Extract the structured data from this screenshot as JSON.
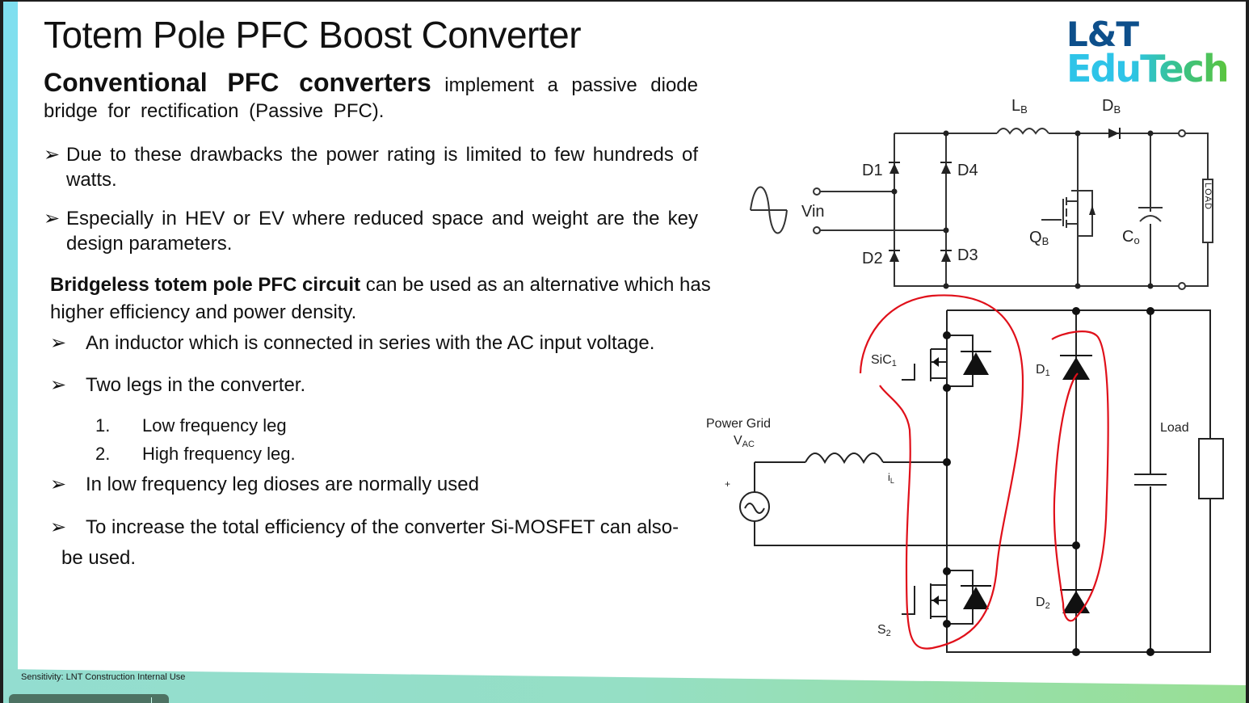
{
  "slide": {
    "title": "Totem Pole PFC Boost Converter",
    "logo": {
      "line1": "L&T",
      "line2": "EduTech"
    },
    "intro": {
      "bold": "Conventional PFC converters",
      "rest": " implement a passive diode bridge for rectification (Passive PFC)."
    },
    "bullets_top": [
      "Due to these drawbacks the power rating is limited to few hundreds of watts.",
      "Especially in HEV or EV where reduced space and weight are the key design parameters."
    ],
    "bridgeless": {
      "bold": "Bridgeless totem pole PFC circuit",
      "rest": " can be used as an alternative which has higher efficiency and power density."
    },
    "bullets_bottom": [
      "An inductor which is connected in series with the AC input voltage.",
      "Two legs in the converter.",
      "In low frequency leg dioses are normally used",
      "To increase the total efficiency of the converter Si-MOSFET can also-",
      "be used."
    ],
    "numbered": [
      {
        "n": "1.",
        "text": "Low frequency leg"
      },
      {
        "n": "2.",
        "text": "High frequency leg."
      }
    ],
    "bullet_glyph": "➢",
    "footer": "Sensitivity: LNT Construction Internal Use"
  },
  "diagram_top": {
    "labels": {
      "lb": "L",
      "lb_sub": "B",
      "db": "D",
      "db_sub": "B",
      "d1": "D1",
      "d2": "D2",
      "d3": "D3",
      "d4": "D4",
      "vin": "Vin",
      "qb": "Q",
      "qb_sub": "B",
      "co": "C",
      "co_sub": "o",
      "load": "LOAD"
    }
  },
  "diagram_bottom": {
    "labels": {
      "sic": "SiC",
      "sic_sub": "1",
      "s2": "S",
      "s2_sub": "2",
      "d1": "D",
      "d1_sub": "1",
      "d2": "D",
      "d2_sub": "2",
      "grid": "Power Grid",
      "vac": "V",
      "vac_sub": "AC",
      "il": "i",
      "il_sub": "L",
      "plus": "+",
      "load": "Load"
    }
  },
  "colors": {
    "annotation": "#e0101a",
    "logo_dark": "#0d4f8b",
    "accent": "#7fdff0"
  }
}
